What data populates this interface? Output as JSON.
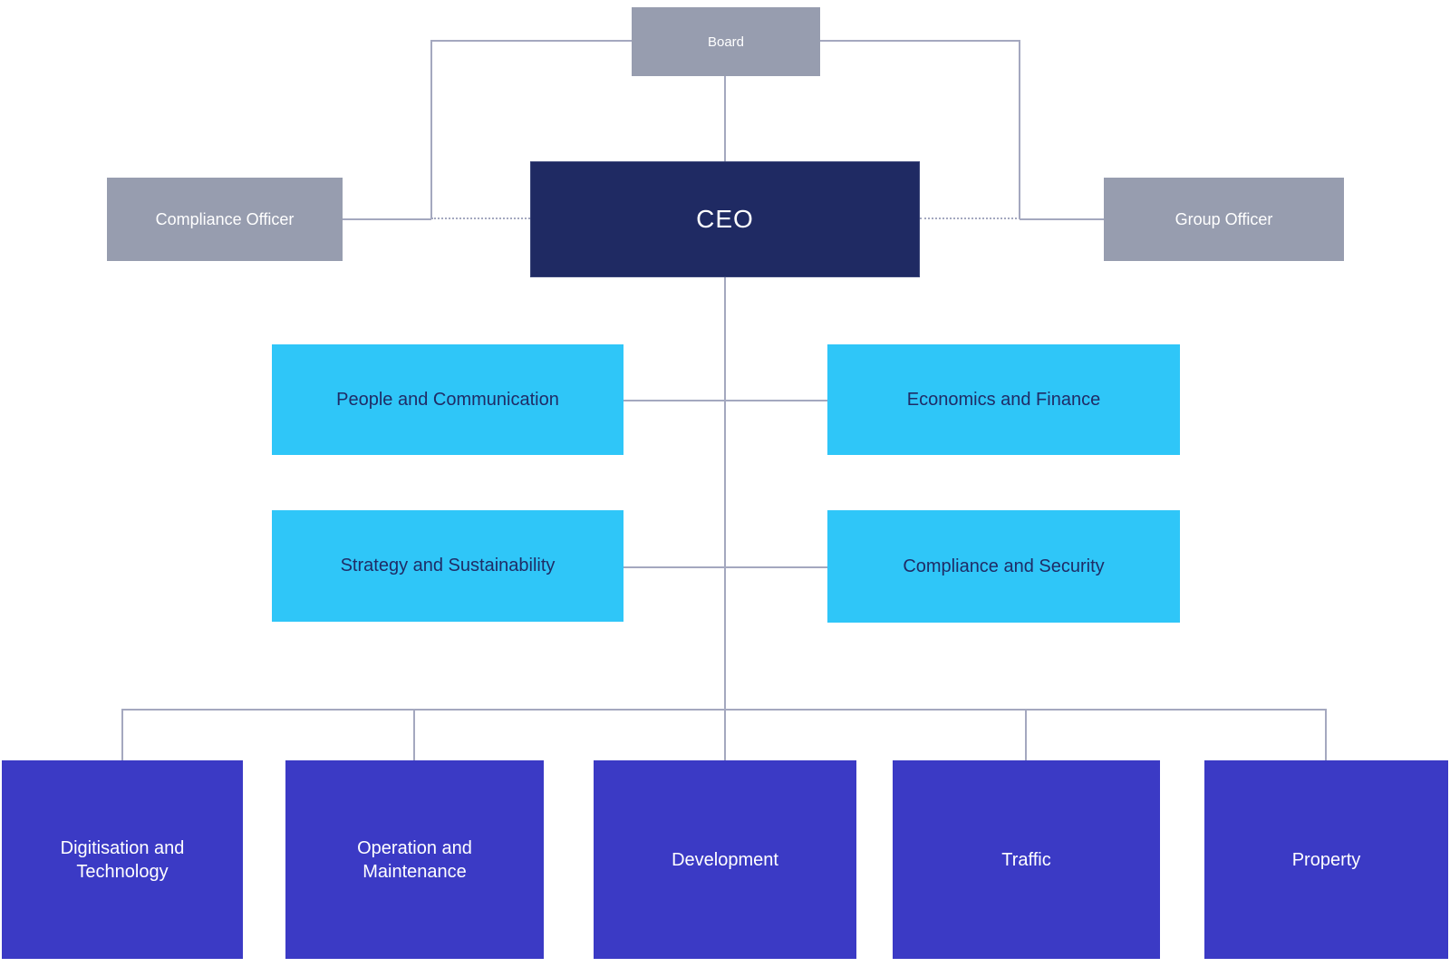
{
  "org_chart": {
    "board": {
      "label": "Board"
    },
    "ceo": {
      "label": "CEO"
    },
    "advisors": [
      {
        "id": "compliance-officer",
        "label": "Compliance Officer"
      },
      {
        "id": "group-officer",
        "label": "Group Officer"
      }
    ],
    "staff_functions": [
      {
        "id": "people-and-communication",
        "label": "People and Communication"
      },
      {
        "id": "economics-and-finance",
        "label": "Economics and Finance"
      },
      {
        "id": "strategy-and-sustainability",
        "label": "Strategy and Sustainability"
      },
      {
        "id": "compliance-and-security",
        "label": "Compliance and Security"
      }
    ],
    "divisions": [
      {
        "id": "digitisation-and-technology",
        "label": "Digitisation and Technology"
      },
      {
        "id": "operation-and-maintenance",
        "label": "Operation and Maintenance"
      },
      {
        "id": "development",
        "label": "Development"
      },
      {
        "id": "traffic",
        "label": "Traffic"
      },
      {
        "id": "property",
        "label": "Property"
      }
    ],
    "relationships": [
      {
        "from": "Board",
        "to": "CEO",
        "style": "solid"
      },
      {
        "from": "Board",
        "to": "Compliance Officer",
        "style": "solid"
      },
      {
        "from": "Board",
        "to": "Group Officer",
        "style": "solid"
      },
      {
        "from": "CEO",
        "to": "Compliance Officer",
        "style": "dotted"
      },
      {
        "from": "CEO",
        "to": "Group Officer",
        "style": "dotted"
      },
      {
        "from": "CEO",
        "to": "People and Communication",
        "style": "solid"
      },
      {
        "from": "CEO",
        "to": "Economics and Finance",
        "style": "solid"
      },
      {
        "from": "CEO",
        "to": "Strategy and Sustainability",
        "style": "solid"
      },
      {
        "from": "CEO",
        "to": "Compliance and Security",
        "style": "solid"
      },
      {
        "from": "CEO",
        "to": "Digitisation and Technology",
        "style": "solid"
      },
      {
        "from": "CEO",
        "to": "Operation and Maintenance",
        "style": "solid"
      },
      {
        "from": "CEO",
        "to": "Development",
        "style": "solid"
      },
      {
        "from": "CEO",
        "to": "Traffic",
        "style": "solid"
      },
      {
        "from": "CEO",
        "to": "Property",
        "style": "solid"
      }
    ],
    "colors": {
      "advisor_gray": "#979DAF",
      "ceo_navy": "#1F2A63",
      "staff_cyan": "#2FC6F8",
      "division_indigo": "#3B3AC5",
      "connector": "#A4A8BF",
      "staff_text": "#1F2C66",
      "box_text_light": "#FFFFFF"
    }
  }
}
